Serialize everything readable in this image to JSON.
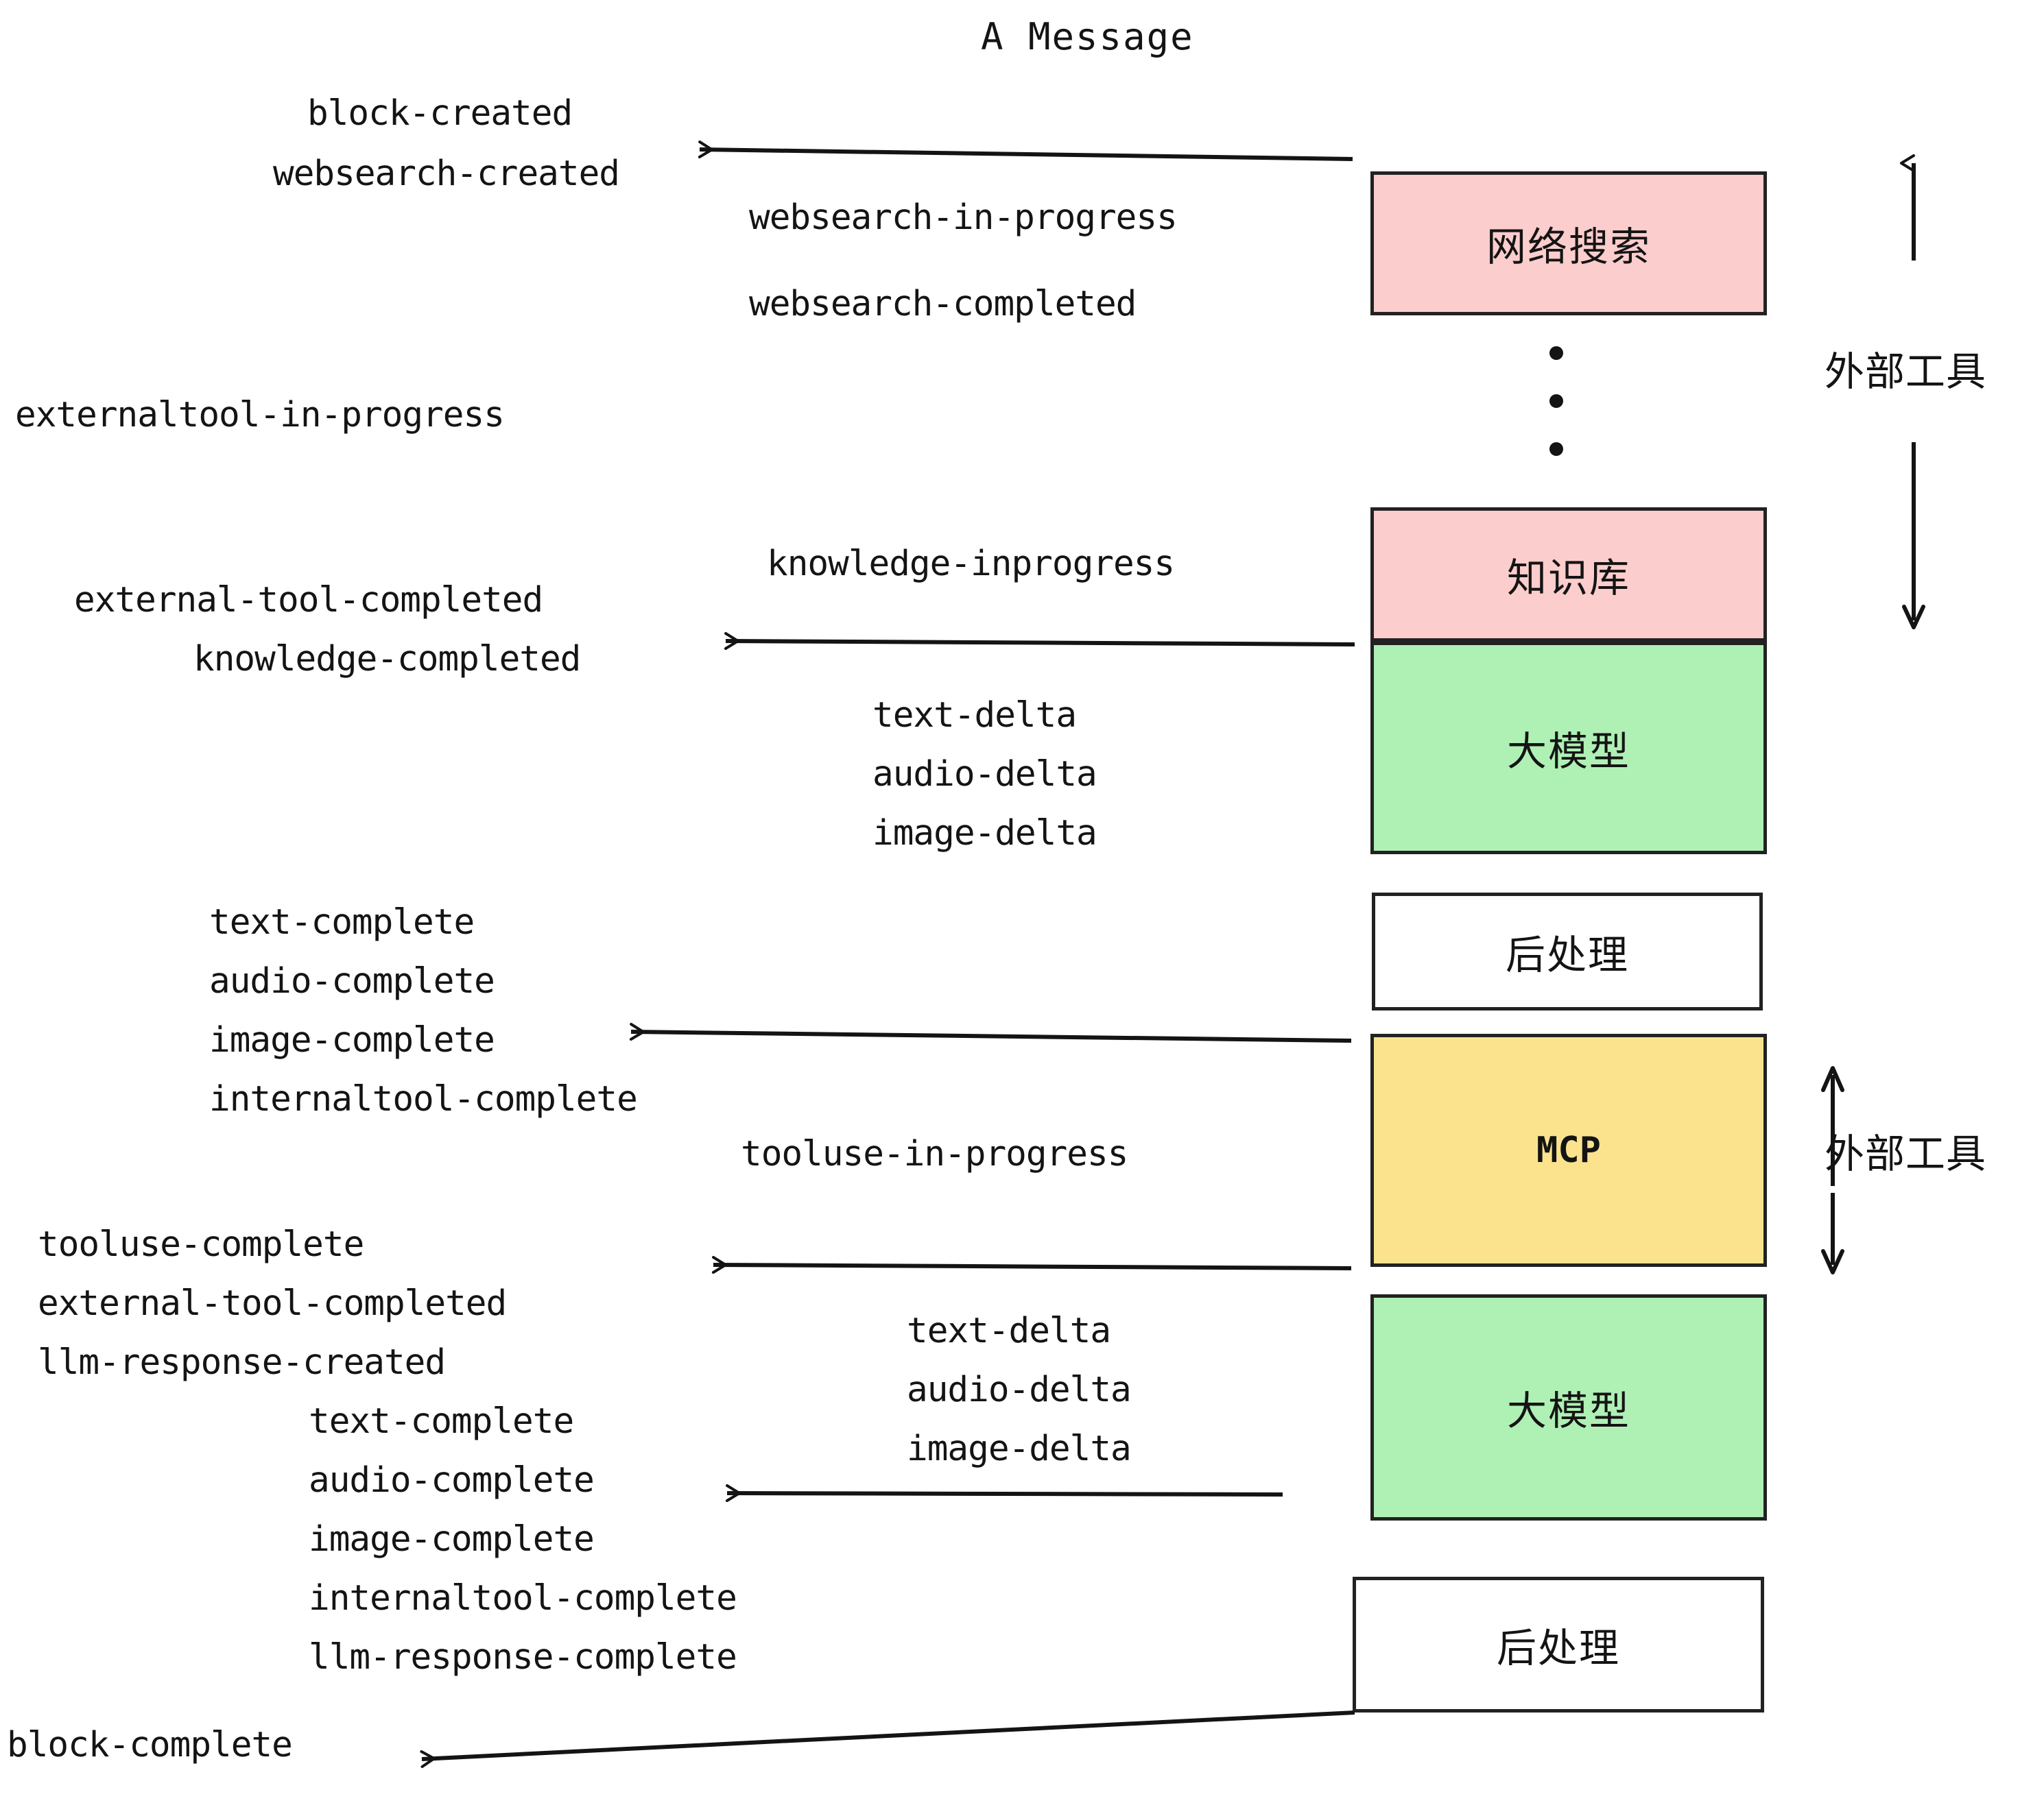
{
  "title": "A Message",
  "colors": {
    "pink": "#FBCDCC",
    "green": "#AFF0B5",
    "yellow": "#FBE38E",
    "white": "#FFFFFF",
    "stroke": "#222222",
    "text": "#141414",
    "background": "#FFFFFF"
  },
  "boxes": [
    {
      "label": "网络搜索",
      "fill": "pink"
    },
    {
      "label": "知识库",
      "fill": "pink"
    },
    {
      "label": "大模型",
      "fill": "green"
    },
    {
      "label": "后处理",
      "fill": "white"
    },
    {
      "label": "MCP",
      "fill": "yellow"
    },
    {
      "label": "大模型",
      "fill": "green"
    },
    {
      "label": "后处理",
      "fill": "white"
    }
  ],
  "side_labels": [
    {
      "text": "外部工具"
    },
    {
      "text": "外部工具"
    }
  ],
  "events": [
    {
      "text": "block-created"
    },
    {
      "text": "websearch-created"
    },
    {
      "text": "websearch-in-progress"
    },
    {
      "text": "websearch-completed"
    },
    {
      "text": "externaltool-in-progress"
    },
    {
      "text": "knowledge-inprogress"
    },
    {
      "text": "external-tool-completed"
    },
    {
      "text": "knowledge-completed"
    },
    {
      "text": "text-delta"
    },
    {
      "text": "audio-delta"
    },
    {
      "text": "image-delta"
    },
    {
      "text": "text-complete"
    },
    {
      "text": "audio-complete"
    },
    {
      "text": "image-complete"
    },
    {
      "text": "internaltool-complete"
    },
    {
      "text": "tooluse-in-progress"
    },
    {
      "text": "tooluse-complete"
    },
    {
      "text": "external-tool-completed"
    },
    {
      "text": "llm-response-created"
    },
    {
      "text": "text-delta"
    },
    {
      "text": "audio-delta"
    },
    {
      "text": "image-delta"
    },
    {
      "text": "text-complete"
    },
    {
      "text": "audio-complete"
    },
    {
      "text": "image-complete"
    },
    {
      "text": "internaltool-complete"
    },
    {
      "text": "llm-response-complete"
    },
    {
      "text": "block-complete"
    }
  ],
  "ellipsis": {
    "dot_count": 3
  }
}
